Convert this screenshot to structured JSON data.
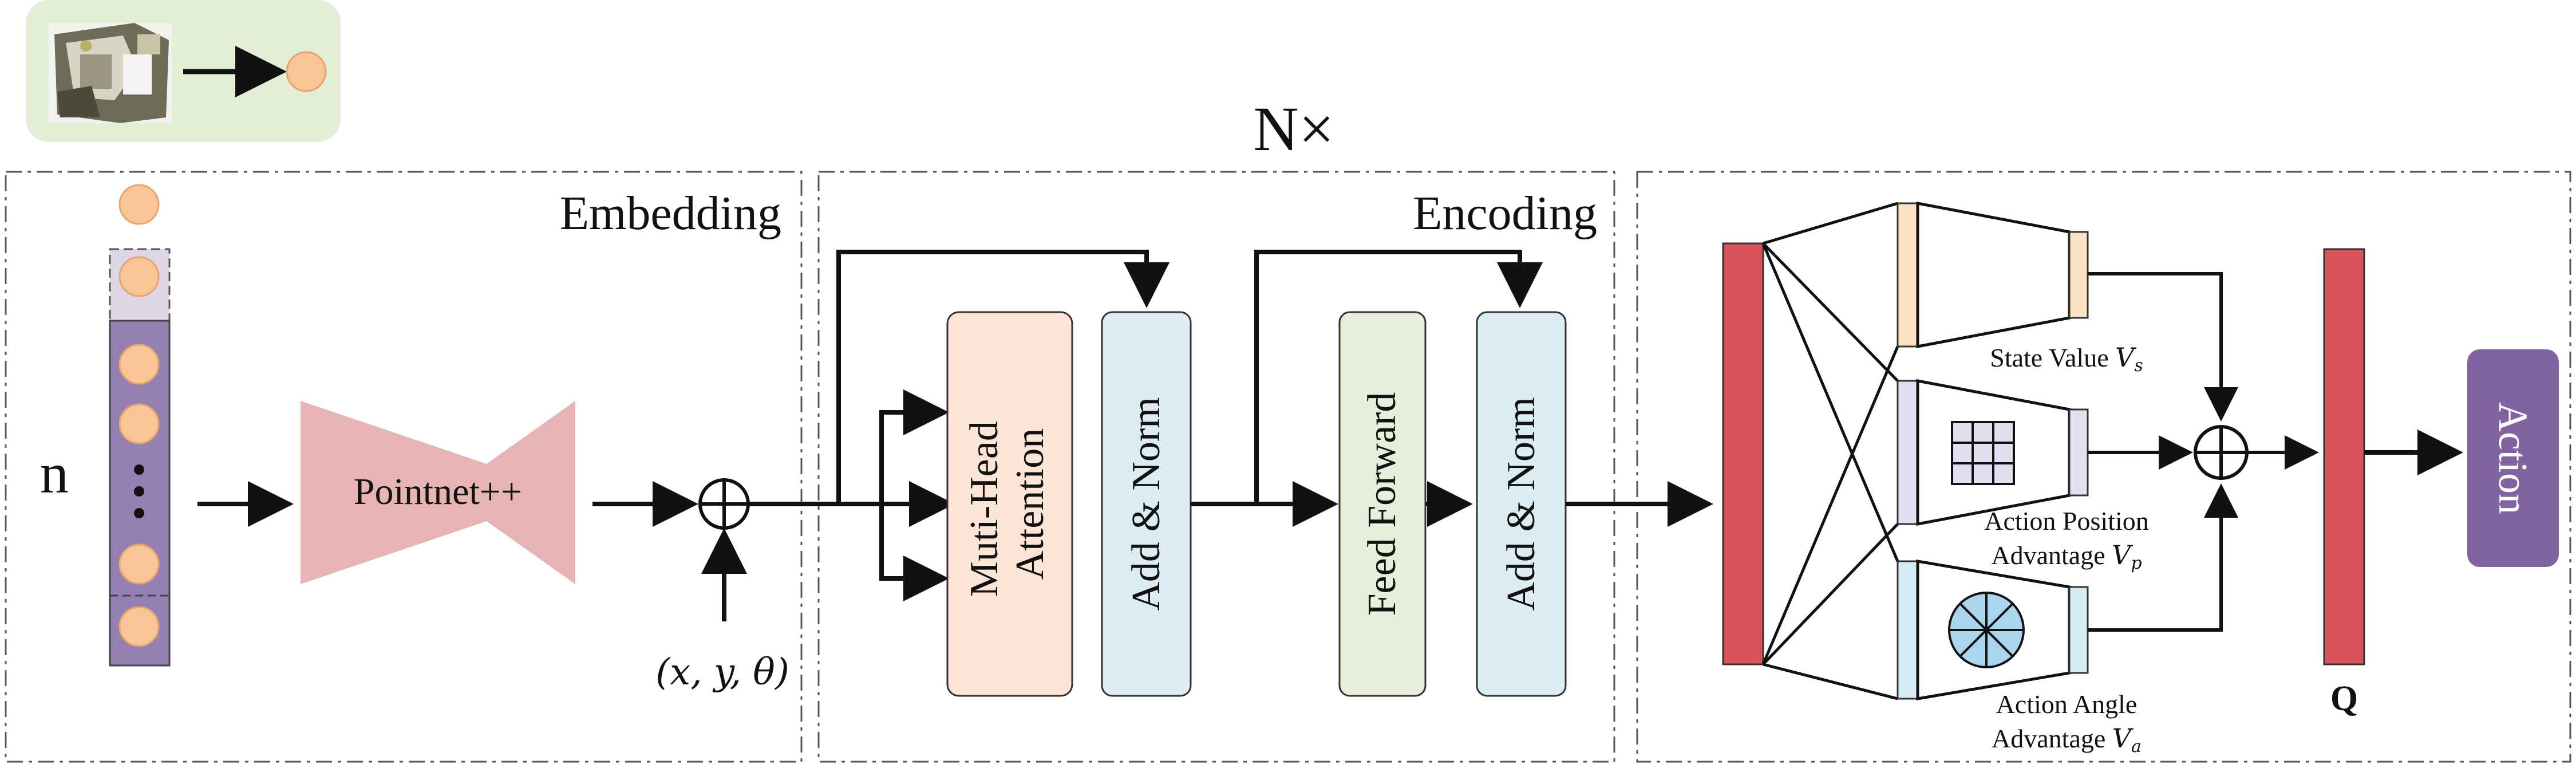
{
  "colors": {
    "stroke": "#111111",
    "dashed_box": "#555555",
    "inset_bg": "#e3eed6",
    "point_fill": "#f8c596",
    "point_stroke": "#e09b62",
    "column_fill": "#9580b2",
    "pointnet_fill": "#e6b4b2",
    "attention_fill": "#fbe5d6",
    "addnorm_fill": "#dbedf3",
    "feedforward_fill": "#e6efd9",
    "dense_red": "#d9545a",
    "state_orange": "#fbe0c2",
    "pos_lavender": "#e3def0",
    "angle_blue": "#d6ecf4",
    "action_fill": "#8064a2",
    "action_text": "#ffffff"
  },
  "inset": {
    "icon": "pointcloud-thumbnail",
    "arrow_icon": "arrow-right-icon"
  },
  "repeat_label": "N×",
  "embedding": {
    "title": "Embedding",
    "n_label": "n",
    "pointnet_label": "Pointnet++",
    "pose_input": "(x, y, θ)",
    "add_icon": "circled-plus-icon"
  },
  "encoding": {
    "title": "Encoding",
    "attention_line1": "Muti-Head",
    "attention_line2": "Attention",
    "addnorm1_label": "Add & Norm",
    "feedforward_label": "Feed Forward",
    "addnorm2_label": "Add & Norm"
  },
  "dueling": {
    "state_value_label": "State Value",
    "state_value_symbol": "V",
    "state_value_sub": "s",
    "position_line1": "Action Position",
    "position_line2": "Advantage",
    "position_symbol": "V",
    "position_sub": "p",
    "angle_line1": "Action Angle",
    "angle_line2": "Advantage",
    "angle_symbol": "V",
    "angle_sub": "a",
    "q_label": "Q",
    "action_label": "Action",
    "grid_icon": "grid-icon",
    "angle_icon": "angle-wheel-icon"
  }
}
